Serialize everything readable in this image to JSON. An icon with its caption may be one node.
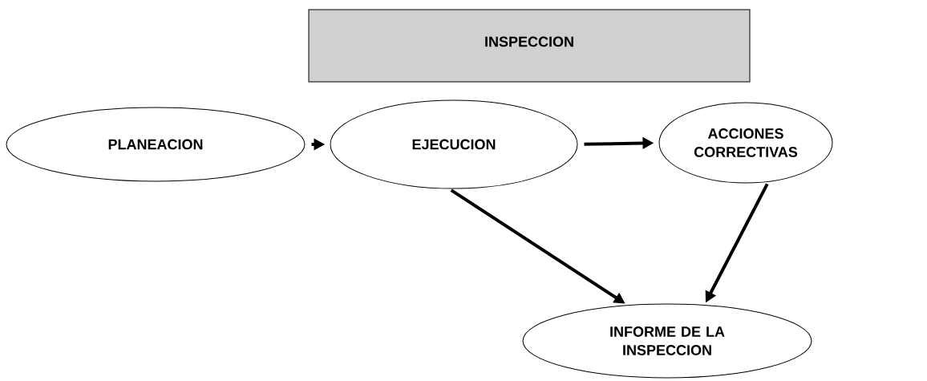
{
  "diagram": {
    "nodes": [
      {
        "text": [
          "INSPECCION"
        ]
      },
      {
        "text": [
          "PLANEACION"
        ]
      },
      {
        "text": [
          "EJECUCION"
        ]
      },
      {
        "text": [
          "ACCIONES CORRECTIVAS"
        ]
      },
      {
        "text": [
          "INFORME DE LA INSPECCION"
        ]
      }
    ],
    "edges": [
      {
        "from": 1,
        "to": 2,
        "arrow": "to"
      },
      {
        "from": 2,
        "to": 3,
        "arrow": "to"
      },
      {
        "from": 2,
        "to": 4,
        "arrow": "to"
      },
      {
        "from": 3,
        "to": 4,
        "arrow": "to"
      }
    ]
  }
}
